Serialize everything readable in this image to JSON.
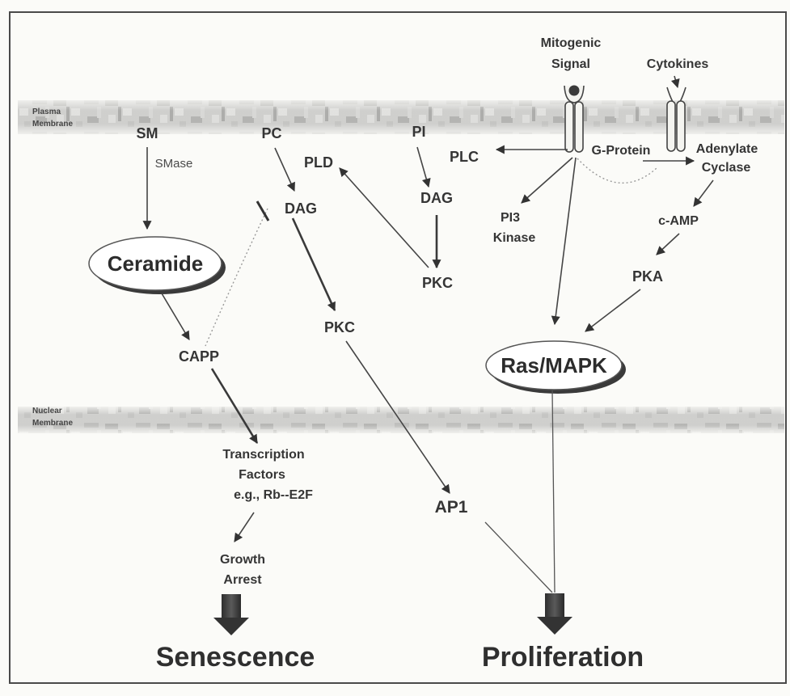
{
  "membranes": {
    "plasma": [
      "Plasma",
      "Membrane"
    ],
    "nuclear": [
      "Nuclear",
      "Membrane"
    ]
  },
  "signals": {
    "mitogenic": [
      "Mitogenic",
      "Signal"
    ],
    "cytokines": "Cytokines"
  },
  "nodes": {
    "sm": "SM",
    "smase": "SMase",
    "pc": "PC",
    "pi": "PI",
    "pld": "PLD",
    "plc": "PLC",
    "g_protein": "G-Protein",
    "adenylate_cyclase": [
      "Adenylate",
      "Cyclase"
    ],
    "dag_from_pc": "DAG",
    "dag_from_pi": "DAG",
    "pi3_kinase": [
      "PI3",
      "Kinase"
    ],
    "c_amp": "c-AMP",
    "ceramide": "Ceramide",
    "pkc_from_pi": "PKC",
    "pka": "PKA",
    "pkc_from_dag": "PKC",
    "capp": "CAPP",
    "ras_mapk": "Ras/MAPK",
    "transcription_factors": [
      "Transcription",
      "Factors",
      "e.g., Rb--E2F"
    ],
    "ap1": "AP1",
    "growth_arrest": [
      "Growth",
      "Arrest"
    ]
  },
  "outcomes": {
    "senescence": "Senescence",
    "proliferation": "Proliferation"
  }
}
